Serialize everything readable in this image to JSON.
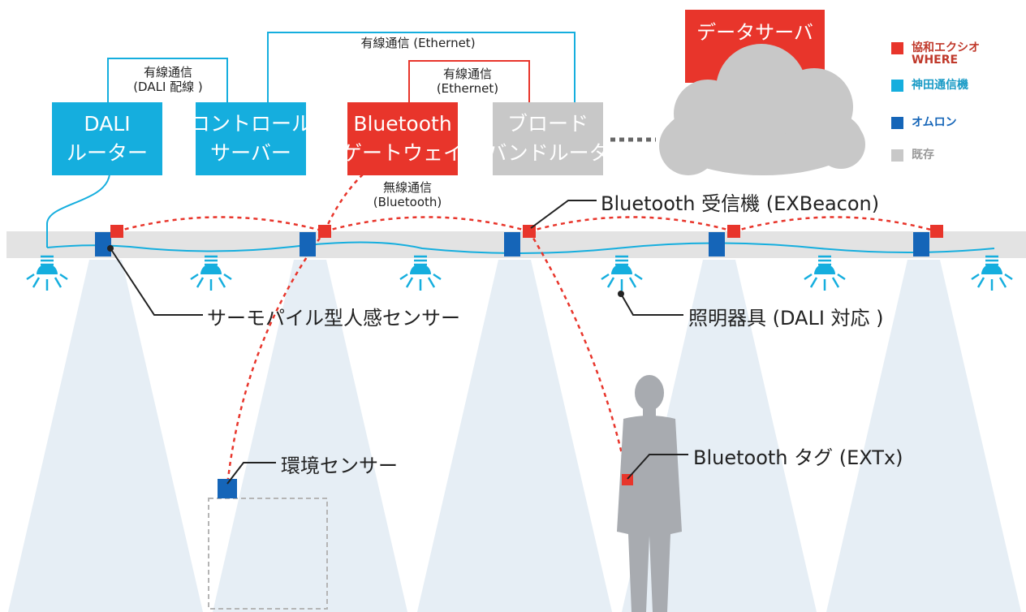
{
  "colors": {
    "kyowa": "#e8352b",
    "kanden": "#15aede",
    "omron": "#1565b8",
    "existing": "#c8c8c8",
    "cone": "#e6eef5"
  },
  "boxes": {
    "dali_router": [
      "DALI",
      "ルーター"
    ],
    "control_server": [
      "コントロール",
      "サーバー"
    ],
    "bt_gateway": [
      "Bluetooth",
      "ゲートウェイ"
    ],
    "broadband_router": [
      "ブロード",
      "バンドルータ"
    ],
    "data_server": "データサーバ"
  },
  "connections": {
    "wired_dali": [
      "有線通信",
      "(DALI 配線 )"
    ],
    "wired_ethernet_top": "有線通信 (Ethernet)",
    "wired_ethernet_gw": [
      "有線通信",
      "(Ethernet)"
    ],
    "wireless_bt": [
      "無線通信",
      "(Bluetooth)"
    ]
  },
  "callouts": {
    "bt_receiver": "Bluetooth 受信機 (EXBeacon)",
    "thermopile": "サーモパイル型人感センサー",
    "luminaire": "照明器具 (DALI 対応 )",
    "env_sensor": "環境センサー",
    "bt_tag": "Bluetooth タグ (EXTx)"
  },
  "legend": [
    {
      "label": [
        "協和エクシオ",
        "WHERE"
      ],
      "color": "#e8352b",
      "text_color": "#c0392b"
    },
    {
      "label": [
        "神田通信機"
      ],
      "color": "#15aede",
      "text_color": "#1a9bc6"
    },
    {
      "label": [
        "オムロン"
      ],
      "color": "#1565b8",
      "text_color": "#1565b8"
    },
    {
      "label": [
        "既存"
      ],
      "color": "#c8c8c8",
      "text_color": "#999999"
    }
  ]
}
